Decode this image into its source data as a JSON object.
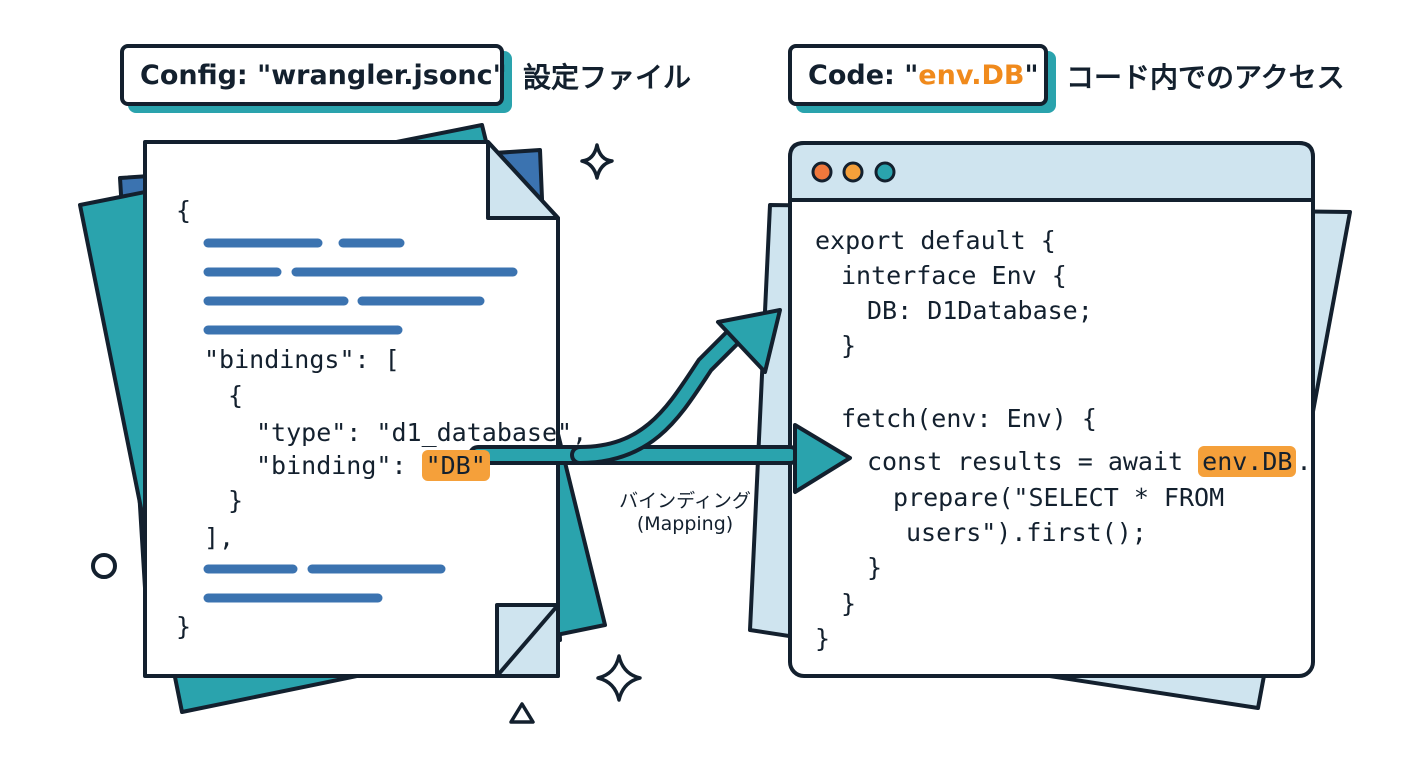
{
  "config_label": {
    "prefix": "Config: ",
    "file": "\"wrangler.jsonc\"",
    "caption": "設定ファイル"
  },
  "code_label": {
    "prefix": "Code: \"",
    "accent": "env.DB",
    "suffix": "\"",
    "caption": "コード内でのアクセス"
  },
  "config_code": {
    "open_brace": "{",
    "bindings_key": "\"bindings\": [",
    "obj_open": "{",
    "type_line": "\"type\": \"d1_database\",",
    "binding_key": "\"binding\": ",
    "binding_value": "\"DB\"",
    "obj_close": "}",
    "array_close": "],",
    "close_brace": "}"
  },
  "mapping_label": {
    "line1": "バインディング",
    "line2": "(Mapping)"
  },
  "worker_code": {
    "l1": "export default {",
    "l2": "interface Env {",
    "l3": "DB: D1Database;",
    "l4": "}",
    "l5": "fetch(env: Env) {",
    "l6_prefix": "const results = await ",
    "l6_highlight": "env.DB",
    "l6_suffix": ".",
    "l7": "prepare(\"SELECT * FROM",
    "l8": "users\").first();",
    "l9": "}",
    "l10": "}",
    "l11": "}"
  },
  "colors": {
    "teal": "#2aa3ad",
    "blue": "#3b73b0",
    "orange": "#f5a03a",
    "ink": "#13202e",
    "light_blue": "#cfe4ef"
  }
}
